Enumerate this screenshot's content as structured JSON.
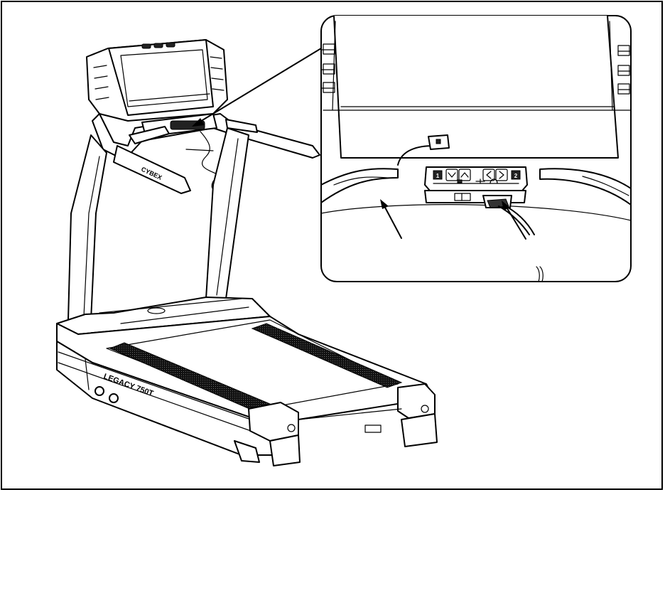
{
  "product": {
    "model_label": "LEGACY 750T",
    "brand_label": "CYBEX"
  },
  "console_keys": {
    "left_key": "1",
    "right_key": "2"
  },
  "colors": {
    "line": "#000000",
    "background": "#ffffff",
    "deck_belt": "#1a1a1a"
  },
  "icons": {
    "down_arrow": "chevron-down-icon",
    "up_arrow": "chevron-up-icon",
    "left_arrow": "chevron-left-icon",
    "right_arrow": "chevron-right-icon",
    "usb": "usb-icon",
    "headphone": "headphone-icon"
  }
}
